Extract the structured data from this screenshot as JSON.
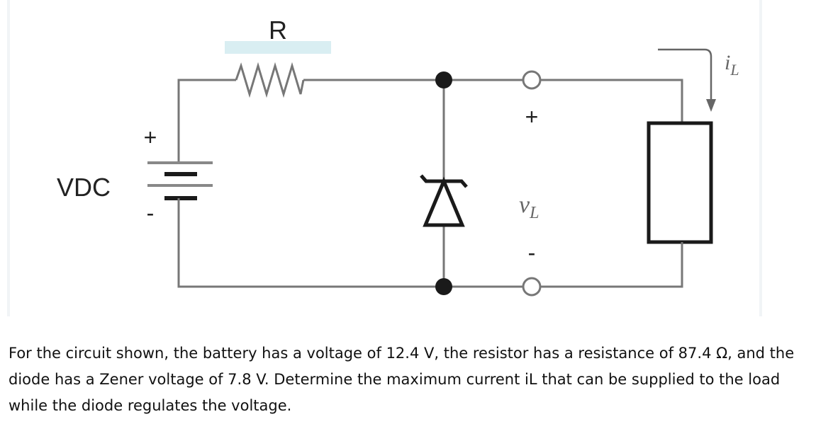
{
  "diagram": {
    "resistor_label": "R",
    "source_label": "VDC",
    "source_plus": "+",
    "source_minus": "-",
    "output_plus": "+",
    "output_minus": "-",
    "voltage_label": "v",
    "voltage_subscript": "L",
    "current_label": "i",
    "current_subscript": "L",
    "colors": {
      "wire": "#777777",
      "node": "#1a1a1a",
      "highlight": "#d9eef2"
    }
  },
  "question": {
    "text": "For the circuit shown, the battery has a voltage of 12.4 V, the resistor has a resistance of 87.4 Ω, and the diode has a Zener voltage of 7.8 V. Determine the maximum current iL that can be supplied to the load while the diode regulates the voltage."
  }
}
